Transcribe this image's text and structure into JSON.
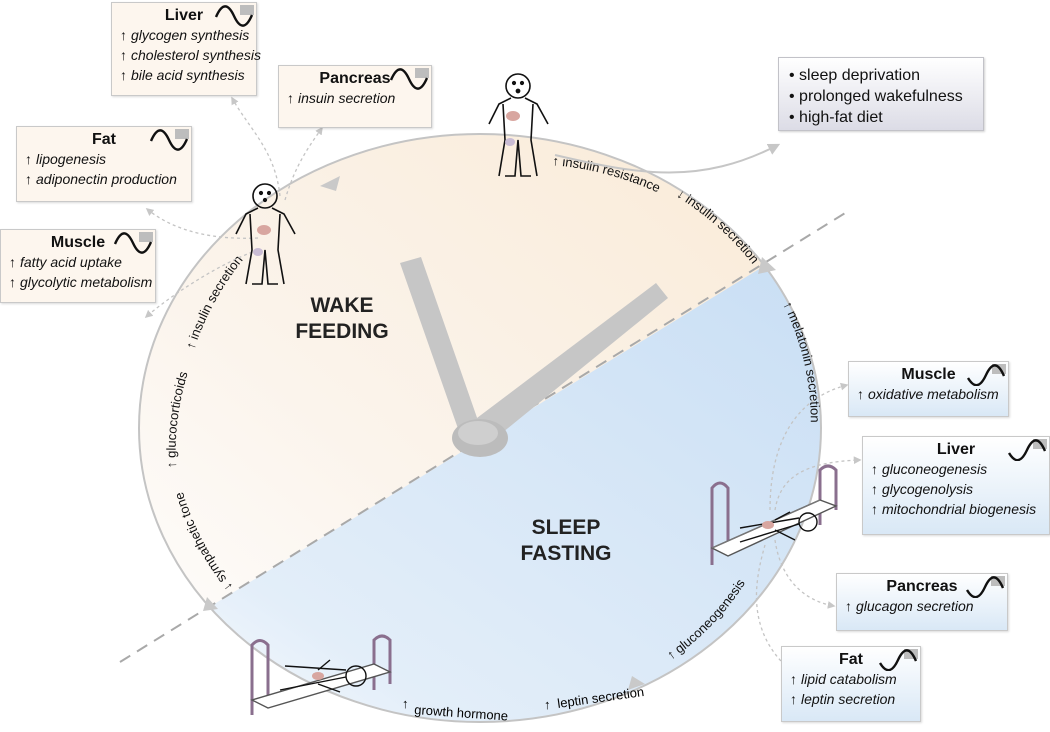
{
  "center": {
    "day_line1": "WAKE",
    "day_line2": "FEEDING",
    "night_line1": "SLEEP",
    "night_line2": "FASTING"
  },
  "rim_labels": {
    "insulin_resistance": "insulin resistance",
    "insulin_secretion_down": "insulin secretion",
    "melatonin_secretion": "melatonin secretion",
    "gluconeogenesis": "gluconeogenesis",
    "leptin_secretion": "leptin secretion",
    "growth_hormone": "growth hormone",
    "sympathetic_tone": "sympathetic tone",
    "glucocorticoids": "glucocorticoids",
    "insulin_secretion_up": "insulin secretion"
  },
  "day_boxes": {
    "liver": {
      "title": "Liver",
      "items": [
        "glycogen synthesis",
        "cholesterol synthesis",
        "bile acid synthesis"
      ]
    },
    "pancreas": {
      "title": "Pancreas",
      "items": [
        "insuin secretion"
      ]
    },
    "fat": {
      "title": "Fat",
      "items": [
        "lipogenesis",
        "adiponectin production"
      ]
    },
    "muscle": {
      "title": "Muscle",
      "items": [
        "fatty acid uptake",
        "glycolytic metabolism"
      ]
    }
  },
  "night_boxes": {
    "muscle": {
      "title": "Muscle",
      "items": [
        "oxidative metabolism"
      ]
    },
    "liver": {
      "title": "Liver",
      "items": [
        "gluconeogenesis",
        "glycogenolysis",
        "mitochondrial biogenesis"
      ]
    },
    "pancreas": {
      "title": "Pancreas",
      "items": [
        "glucagon secretion"
      ]
    },
    "fat": {
      "title": "Fat",
      "items": [
        "lipid catabolism",
        "leptin secretion"
      ]
    }
  },
  "risk_factors": [
    "sleep deprivation",
    "prolonged wakefulness",
    "high-fat diet"
  ],
  "symbols": {
    "up_arrow": "↑",
    "down_arrow": "↓"
  },
  "colors": {
    "day_fill": "#fbf1e4",
    "night_fill": "#cfe2f5",
    "rim": "#bdbdbd",
    "clock_hand": "#c4c4c4",
    "box_day": "#fdf6ee",
    "box_night": "#dbe9f7"
  },
  "icons": [
    "clock-hands",
    "person-standing-icon",
    "person-in-bed-icon",
    "sine-wave-icon",
    "dashed-connector-arrow"
  ]
}
